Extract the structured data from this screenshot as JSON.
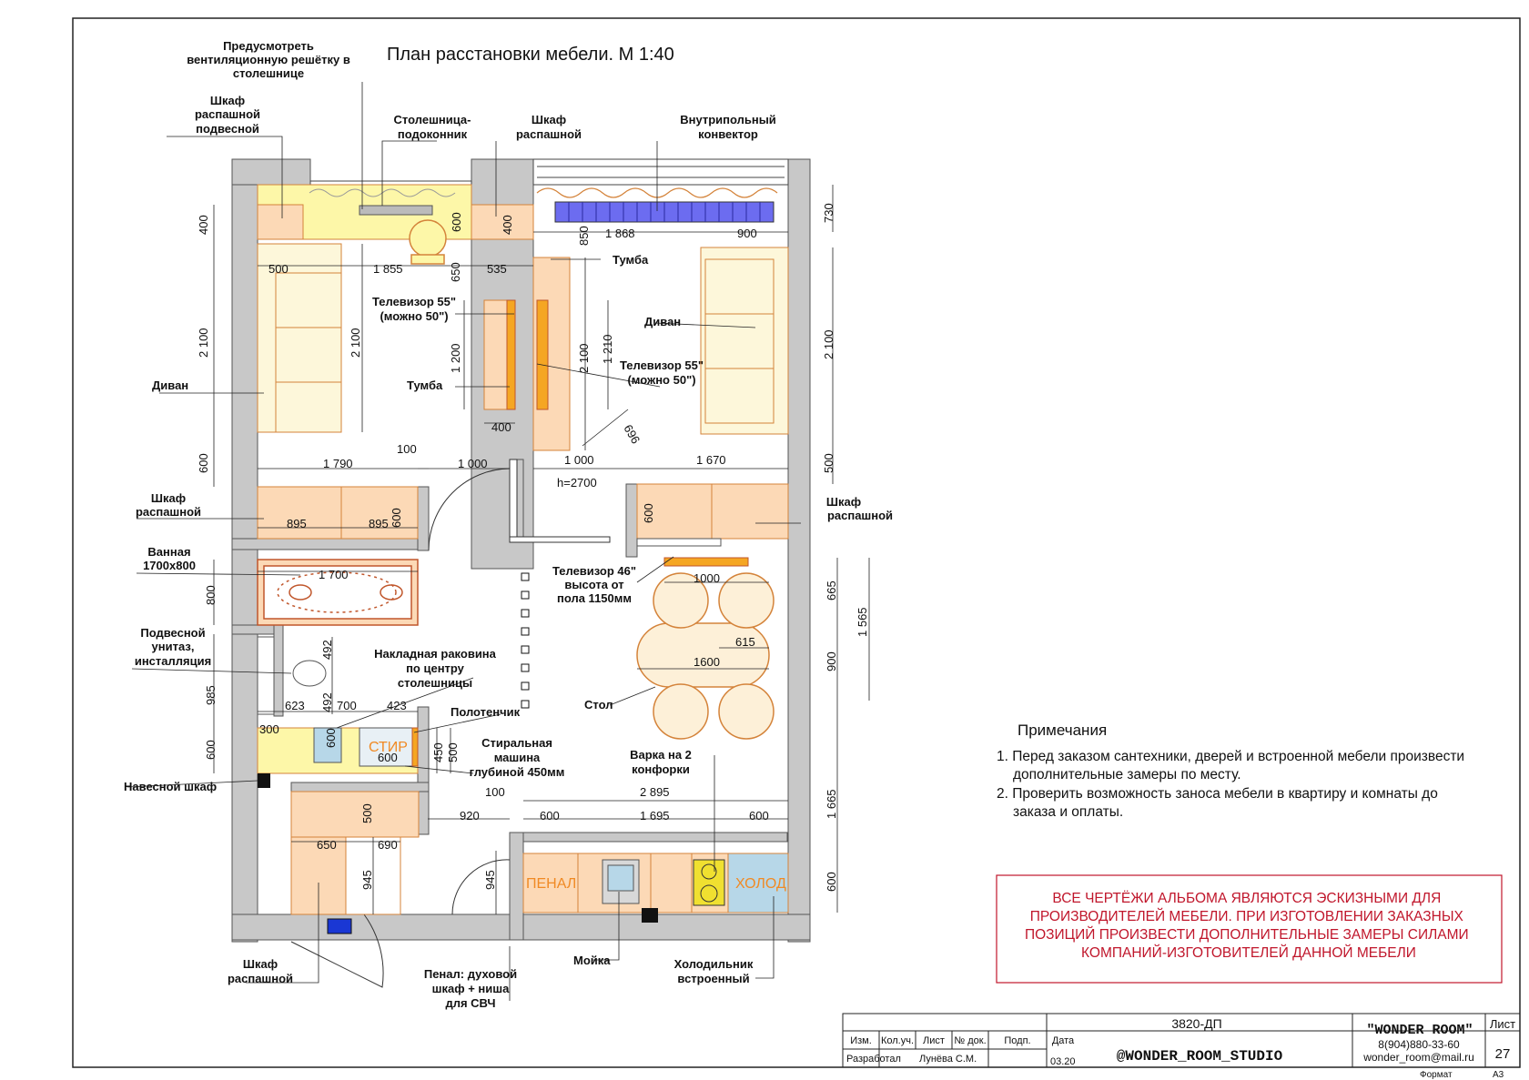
{
  "title": "План расстановки мебели. М 1:40",
  "labels": {
    "vent": [
      "Предусмотреть",
      "вентиляционную решётку в",
      "столешнице"
    ],
    "hanging_cabinet": [
      "Шкаф",
      "распашной",
      "подвесной"
    ],
    "sill": [
      "Столешница-",
      "подоконник"
    ],
    "wardrobe_top": [
      "Шкаф",
      "распашной"
    ],
    "convector": [
      "Внутрипольный",
      "конвектор"
    ],
    "tumba_right": "Тумба",
    "tv_left": [
      "Телевизор 55\"",
      "(можно 50\")"
    ],
    "tumba_left": "Тумба",
    "divan_right": "Диван",
    "tv_right": [
      "Телевизор 55\"",
      "(можно 50\")"
    ],
    "divan_left": "Диван",
    "wardrobe_left": [
      "Шкаф",
      "распашной"
    ],
    "wardrobe_right": [
      "Шкаф",
      "распашной"
    ],
    "bath": [
      "Ванная",
      "1700х800"
    ],
    "tv46": [
      "Телевизор  46\"",
      "высота от",
      "пола 1150мм"
    ],
    "toilet": [
      "Подвесной",
      "унитаз,",
      "инсталляция"
    ],
    "sink_over": [
      "Накладная раковина",
      "по центру",
      "столешницы"
    ],
    "towel": "Полотенчик",
    "washer": [
      "Стиральная",
      "машина",
      "глубиной 450мм"
    ],
    "table": "Стол",
    "cooktop": [
      "Варка на 2",
      "конфорки"
    ],
    "wall_cabinet": "Навесной шкаф",
    "wardrobe_bottom": [
      "Шкаф",
      "распашной"
    ],
    "penal": [
      "Пенал: духовой",
      "шкаф + ниша",
      "для СВЧ"
    ],
    "sink": "Мойка",
    "fridge": [
      "Холодильник",
      "встроенный"
    ],
    "door_height": "h=2700",
    "penal_tag": "ПЕНАЛ",
    "fridge_tag": "ХОЛОД",
    "washer_tag": "СТИР"
  },
  "dimensions": [
    "400",
    "600",
    "400",
    "500",
    "1 855",
    "650",
    "535",
    "850",
    "1 868",
    "900",
    "730",
    "2 100",
    "2 100",
    "1 200",
    "400",
    "2 100",
    "1 210",
    "2 100",
    "696",
    "600",
    "500",
    "1 790",
    "100",
    "1 000",
    "1 000",
    "1 670",
    "600",
    "895",
    "895",
    "600",
    "1 700",
    "800",
    "1000",
    "665",
    "1 565",
    "615",
    "900",
    "1600",
    "492",
    "492",
    "985",
    "623",
    "700",
    "423",
    "600",
    "300",
    "450",
    "500",
    "600",
    "600",
    "1 665",
    "100",
    "2 895",
    "920",
    "500",
    "600",
    "1 695",
    "600",
    "650",
    "690",
    "945",
    "945",
    "600"
  ],
  "notes": {
    "heading": "Примечания",
    "items": [
      [
        "1. Перед заказом сантехники, дверей и встроенной мебели произвести",
        "дополнительные замеры по месту."
      ],
      [
        "2. Проверить возможность заноса мебели в квартиру и комнаты до",
        "заказа и оплаты."
      ]
    ]
  },
  "warning": [
    "ВСЕ ЧЕРТЁЖИ АЛЬБОМА ЯВЛЯЮТСЯ ЭСКИЗНЫМИ ДЛЯ",
    "ПРОИЗВОДИТЕЛЕЙ МЕБЕЛИ. ПРИ ИЗГОТОВЛЕНИИ ЗАКАЗНЫХ",
    "ПОЗИЦИЙ ПРОИЗВЕСТИ ДОПОЛНИТЕЛЬНЫЕ ЗАМЕРЫ СИЛАМИ",
    "КОМПАНИЙ-ИЗГОТОВИТЕЛЕЙ ДАННОЙ МЕБЕЛИ"
  ],
  "title_block": {
    "code": "3820-ДП",
    "studio": "\"WONDER ROOM\"",
    "sheet_label": "Лист",
    "sheet_no": "27",
    "handle": "@WONDER_ROOM_STUDIO",
    "phone": "8(904)880-33-60",
    "email": "wonder_room@mail.ru",
    "cols": [
      "Изм.",
      "Кол.уч.",
      "Лист",
      "№ док.",
      "Подп.",
      "Дата"
    ],
    "developed": "Разработал",
    "author": "Лунёва С.М.",
    "date": "03.20",
    "format_label": "Формат",
    "format": "A3"
  },
  "colors": {
    "wall": "#c8c8c8",
    "cabinet": "#fcd9b6",
    "countertop": "#fdf7a8",
    "sofa": "#fdf7da",
    "outline": "#d4833a",
    "tv": "#f5a623",
    "convector": "#6c6cf0",
    "warning": "#c0162b"
  }
}
